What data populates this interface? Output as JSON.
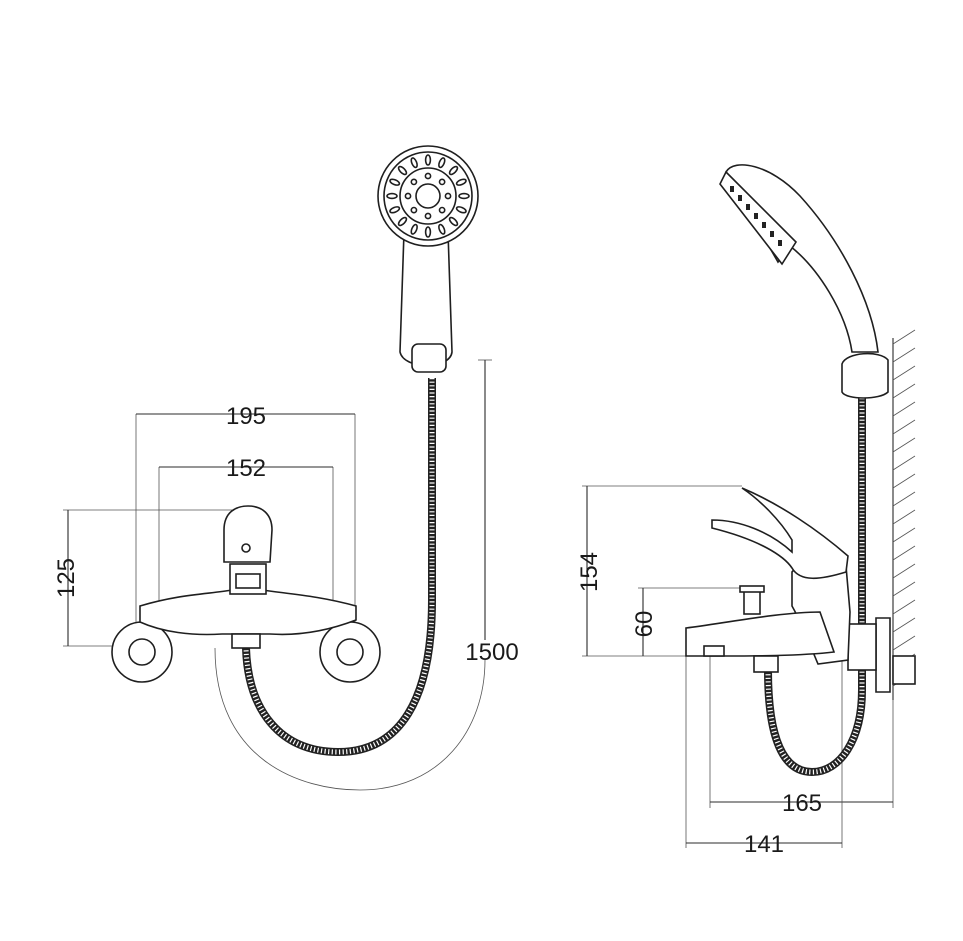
{
  "dimensions": {
    "front_width_outer": "195",
    "front_width_inner": "152",
    "front_height": "125",
    "hose_length": "1500",
    "side_height_total": "154",
    "side_height_spout": "60",
    "side_depth_spout": "165",
    "side_depth_body": "141"
  },
  "colors": {
    "line": "#1f1f1f",
    "background": "#ffffff"
  }
}
